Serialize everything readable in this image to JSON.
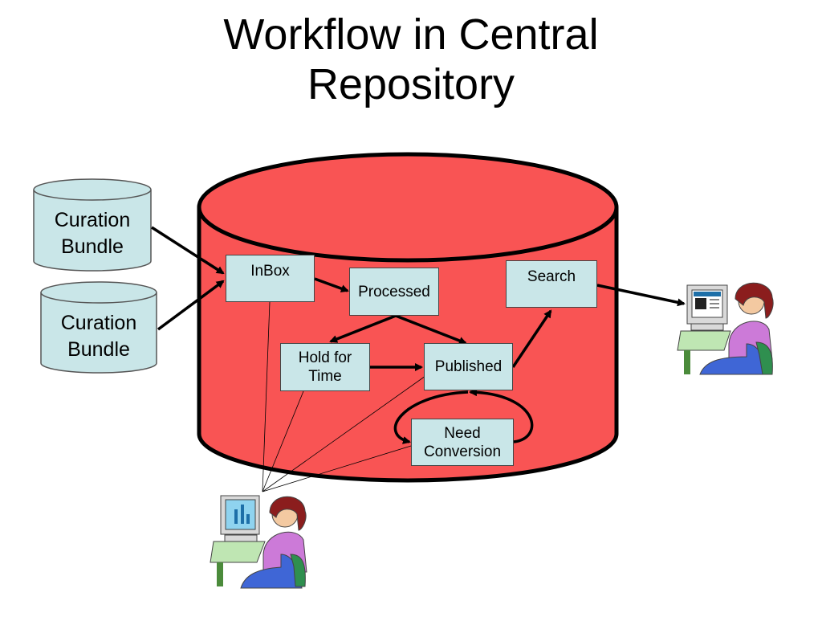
{
  "title": {
    "line1": "Workflow in Central",
    "line2": "Repository"
  },
  "bundles": [
    {
      "line1": "Curation",
      "line2": "Bundle"
    },
    {
      "line1": "Curation",
      "line2": "Bundle"
    }
  ],
  "states": {
    "inbox": "InBox",
    "processed": "Processed",
    "search": "Search",
    "hold": {
      "line1": "Hold for",
      "line2": "Time"
    },
    "published": "Published",
    "need_conversion": {
      "line1": "Need",
      "line2": "Conversion"
    }
  },
  "colors": {
    "repository_fill": "#f95454",
    "box_fill": "#c9e6e8",
    "bundle_fill": "#c9e6e8"
  },
  "icons": [
    "curator-at-computer-icon",
    "user-at-computer-icon"
  ]
}
